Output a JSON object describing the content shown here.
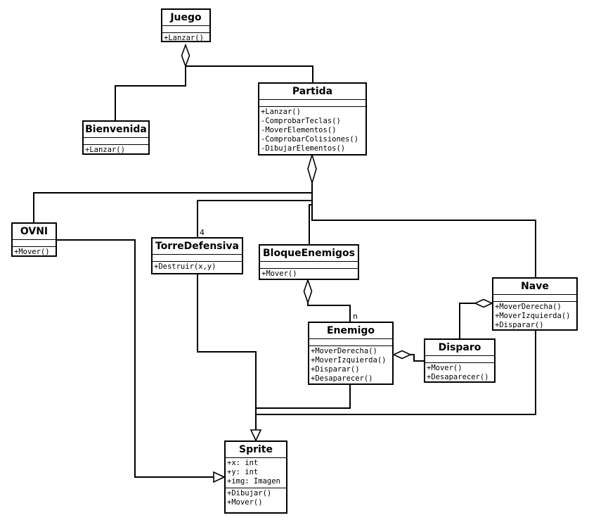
{
  "classes": {
    "juego": {
      "name": "Juego",
      "attrs": [],
      "ops": [
        "+Lanzar()"
      ]
    },
    "partida": {
      "name": "Partida",
      "attrs": [],
      "ops": [
        "+Lanzar()",
        "-ComprobarTeclas()",
        "-MoverElementos()",
        "-ComprobarColisiones()",
        "-DibujarElementos()"
      ]
    },
    "bienvenida": {
      "name": "Bienvenida",
      "attrs": [],
      "ops": [
        "+Lanzar()"
      ]
    },
    "ovni": {
      "name": "OVNI",
      "attrs": [],
      "ops": [
        "+Mover()"
      ]
    },
    "torre": {
      "name": "TorreDefensiva",
      "attrs": [],
      "ops": [
        "+Destruir(x,y)"
      ]
    },
    "bloque": {
      "name": "BloqueEnemigos",
      "attrs": [],
      "ops": [
        "+Mover()"
      ]
    },
    "nave": {
      "name": "Nave",
      "attrs": [],
      "ops": [
        "+MoverDerecha()",
        "+MoverIzquierda()",
        "+Disparar()"
      ]
    },
    "enemigo": {
      "name": "Enemigo",
      "attrs": [],
      "ops": [
        "+MoverDerecha()",
        "+MoverIzquierda()",
        "+Disparar()",
        "+Desaparecer()"
      ]
    },
    "disparo": {
      "name": "Disparo",
      "attrs": [],
      "ops": [
        "+Mover()",
        "+Desaparecer()"
      ]
    },
    "sprite": {
      "name": "Sprite",
      "attrs": [
        "+x: int",
        "+y: int",
        "+img: Imagen"
      ],
      "ops": [
        "+Dibujar()",
        "+Mover()"
      ]
    }
  },
  "multiplicities": {
    "torre": "4",
    "enemigo": "n"
  }
}
